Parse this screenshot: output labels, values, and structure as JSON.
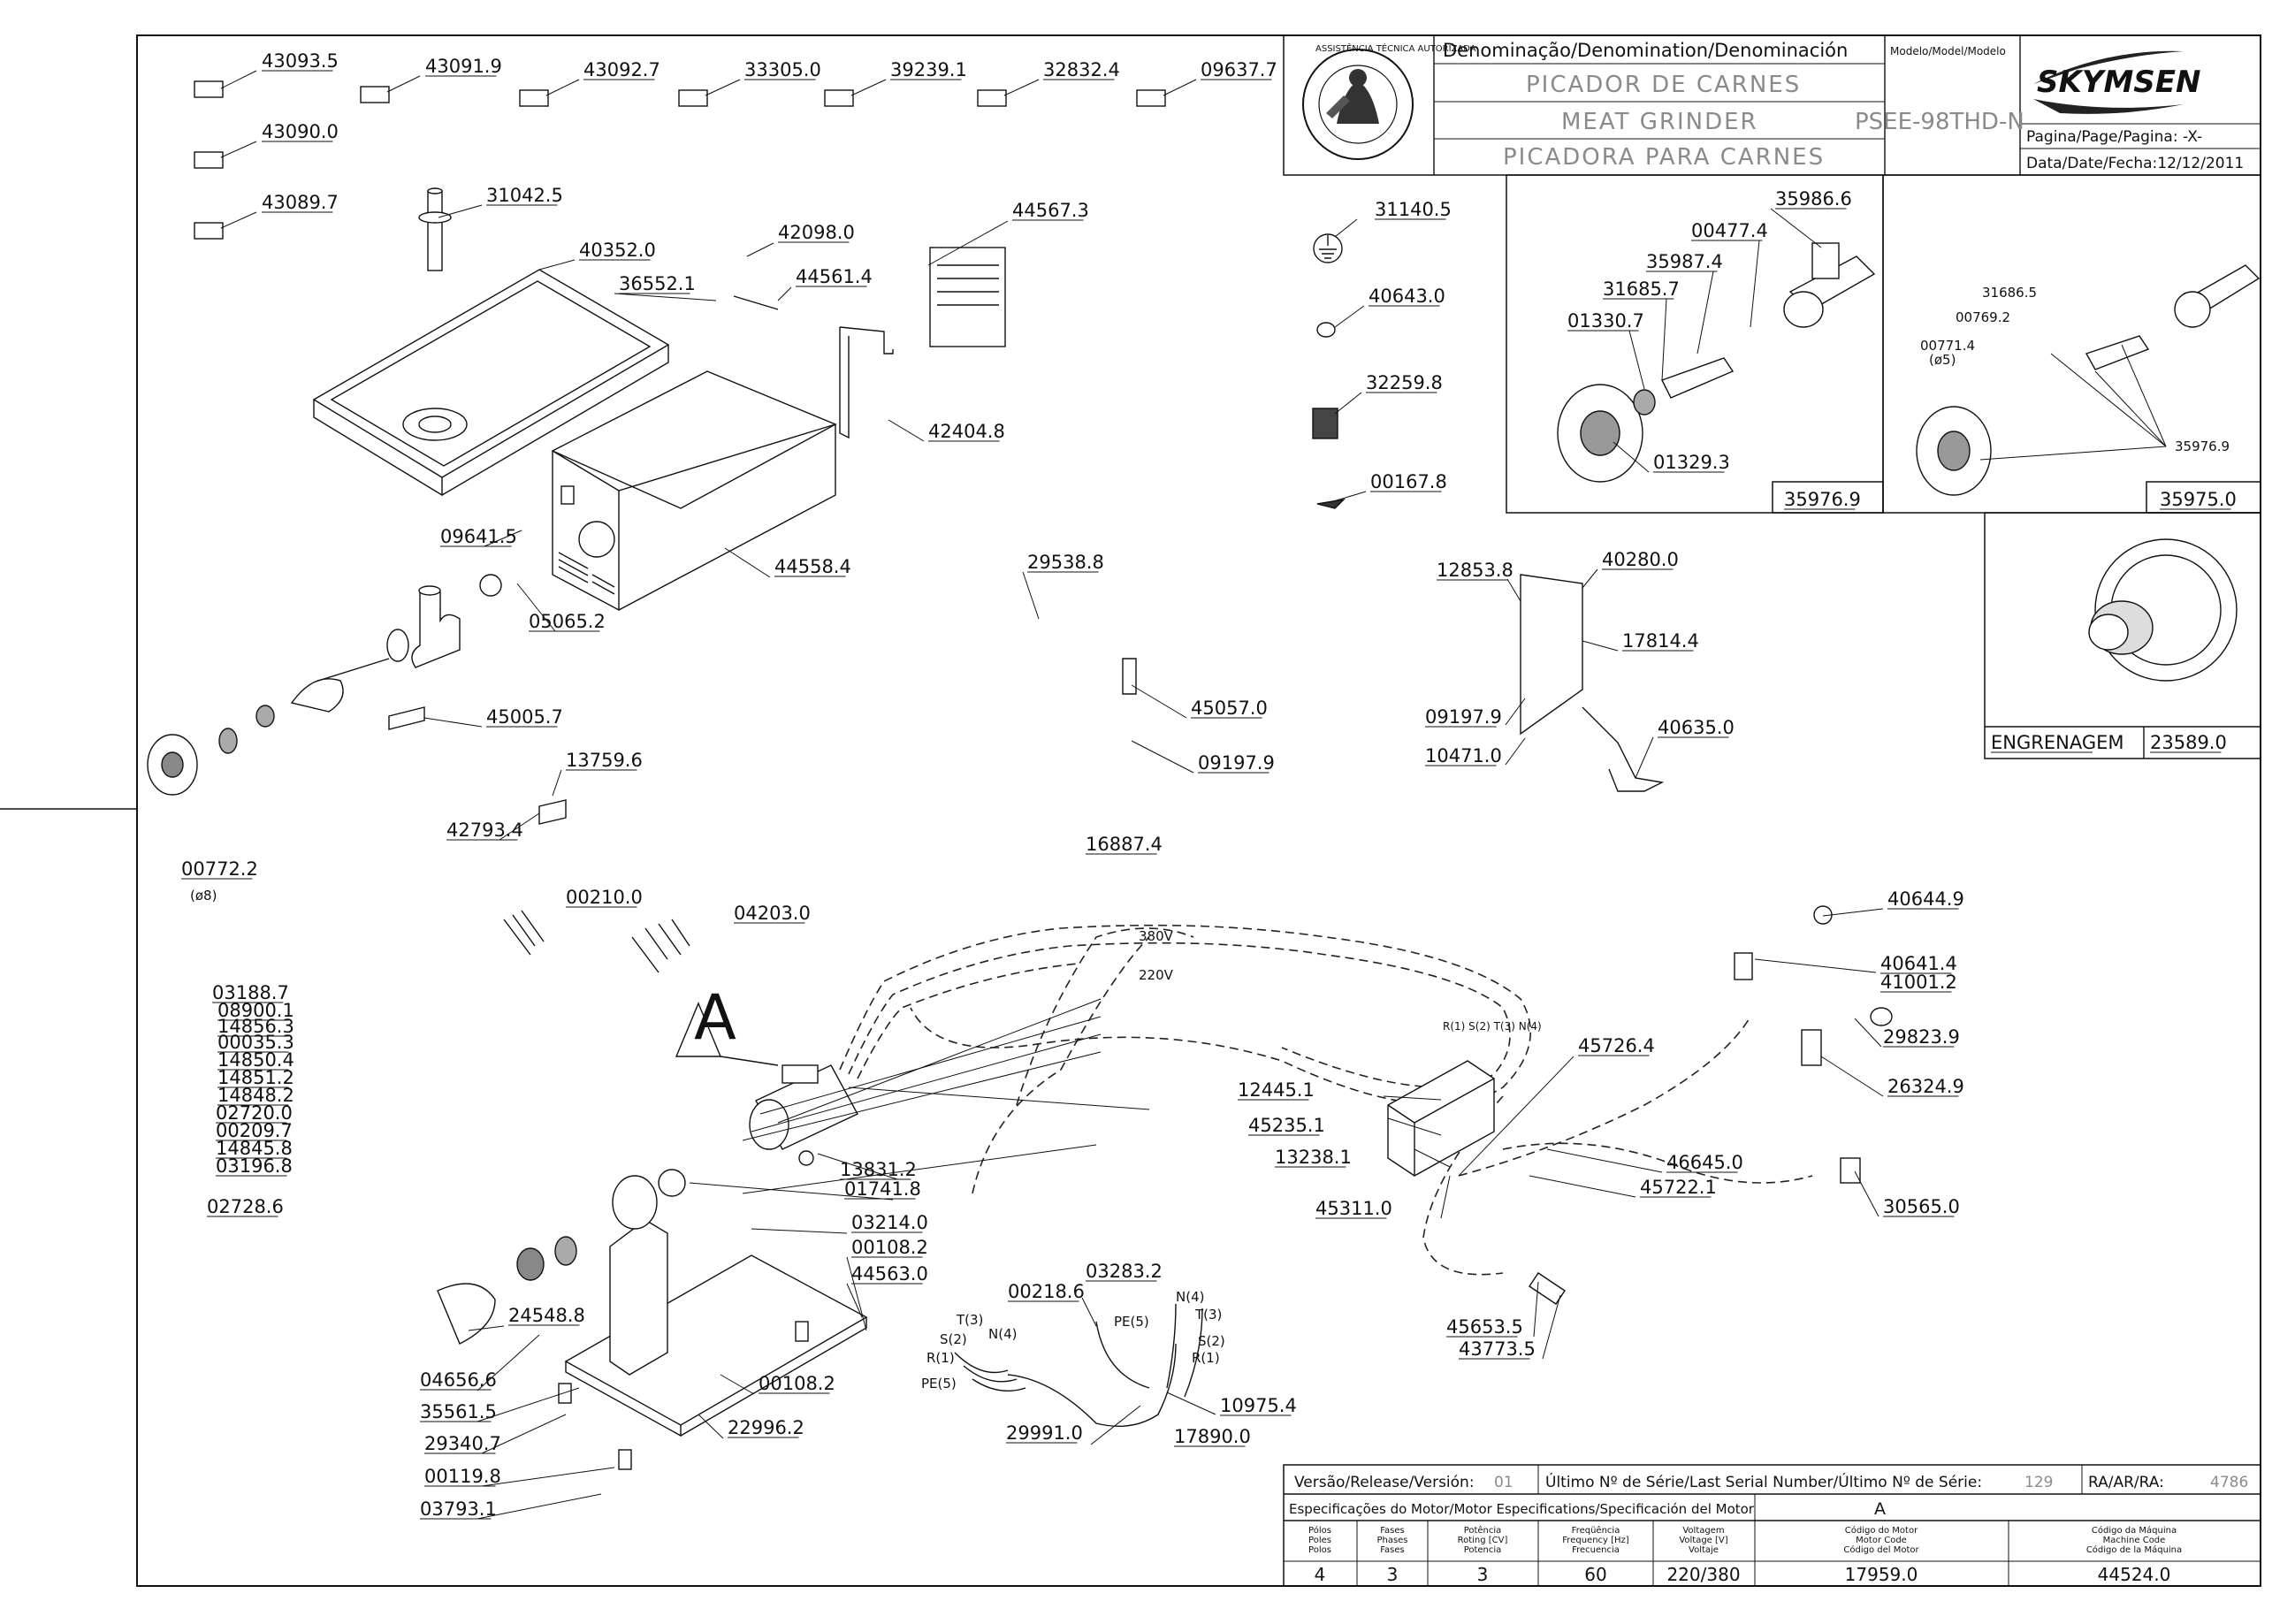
{
  "title_block": {
    "denomination_header": "Denominação/Denomination/Denominación",
    "model_header": "Modelo/Model/Modelo",
    "name_pt": "PICADOR DE CARNES",
    "name_en": "MEAT GRINDER",
    "name_es": "PICADORA PARA CARNES",
    "model_value": "PSEE-98THD-N",
    "page_label": "Pagina/Page/Pagina: -X-",
    "date_label": "Data/Date/Fecha:12/12/2011",
    "brand": "SKYMSEN",
    "seal_text": "ASSISTÊNCIA TÉCNICA AUTORIZADA"
  },
  "footer": {
    "release_label": "Versão/Release/Versión:",
    "release_value": "01",
    "serial_label": "Último Nº de Série/Last Serial Number/Último Nº de Série:",
    "serial_value": "129",
    "ra_label": "RA/AR/RA:",
    "ra_value": "4786",
    "motor_spec_label": "Especificações do Motor/Motor Especifications/Specificación del Motor",
    "motor_letter": "A",
    "columns": [
      {
        "h": [
          "Pólos",
          "Poles",
          "Polos"
        ],
        "v": "4"
      },
      {
        "h": [
          "Fases",
          "Phases",
          "Fases"
        ],
        "v": "3"
      },
      {
        "h": [
          "Potência",
          "Roting [CV]",
          "Potencia"
        ],
        "v": "3"
      },
      {
        "h": [
          "Freqüência",
          "Frequency [Hz]",
          "Frecuencia"
        ],
        "v": "60"
      },
      {
        "h": [
          "Voltagem",
          "Voltage [V]",
          "Voltaje"
        ],
        "v": "220/380"
      },
      {
        "h": [
          "Código do Motor",
          "Motor Code",
          "Código del Motor"
        ],
        "v": "17959.0"
      },
      {
        "h": [
          "Código da Máquina",
          "Machine Code",
          "Código de la Máquina"
        ],
        "v": "44524.0"
      }
    ]
  },
  "parts": [
    "43093.5",
    "43091.9",
    "43092.7",
    "33305.0",
    "39239.1",
    "32832.4",
    "09637.7",
    "43090.0",
    "43089.7",
    "31042.5",
    "40352.0",
    "42098.0",
    "36552.1",
    "44561.4",
    "44567.3",
    "42404.8",
    "09641.5",
    "44558.4",
    "05065.2",
    "45005.7",
    "13759.6",
    "42793.4",
    "00772.2",
    "(ø8)",
    "00210.0",
    "04203.0",
    "31140.5",
    "40643.0",
    "32259.8",
    "00167.8",
    "29538.8",
    "45057.0",
    "09197.9",
    "12853.8",
    "40280.0",
    "17814.4",
    "09197.9",
    "10471.0",
    "40635.0",
    "35986.6",
    "00477.4",
    "35987.4",
    "31685.7",
    "01330.7",
    "01329.3",
    "35976.9",
    "31686.5",
    "00769.2",
    "00771.4",
    "(ø5)",
    "35976.9",
    "35975.0",
    "ENGRENAGEM",
    "23589.0",
    "16887.4",
    "380V",
    "220V",
    "03188.7",
    "08900.1",
    "14856.3",
    "00035.3",
    "14850.4",
    "14851.2",
    "14848.2",
    "02720.0",
    "00209.7",
    "14845.8",
    "03196.8",
    "02728.6",
    "13831.2",
    "01741.8",
    "03214.0",
    "00108.2",
    "44563.0",
    "24548.8",
    "04656.6",
    "35561.5",
    "29340.7",
    "00119.8",
    "03793.1",
    "00108.2",
    "22996.2",
    "00218.6",
    "03283.2",
    "T(3)",
    "N(4)",
    "S(2)",
    "R(1)",
    "PE(5)",
    "PE(5)",
    "N(4)",
    "T(3)",
    "S(2)",
    "R(1)",
    "10975.4",
    "29991.0",
    "17890.0",
    "12445.1",
    "45235.1",
    "13238.1",
    "45311.0",
    "R(1) S(2) T(3) N(4)",
    "45726.4",
    "46645.0",
    "45722.1",
    "40644.9",
    "40641.4",
    "41001.2",
    "29823.9",
    "26324.9",
    "30565.0",
    "45653.5",
    "43773.5",
    "A"
  ]
}
